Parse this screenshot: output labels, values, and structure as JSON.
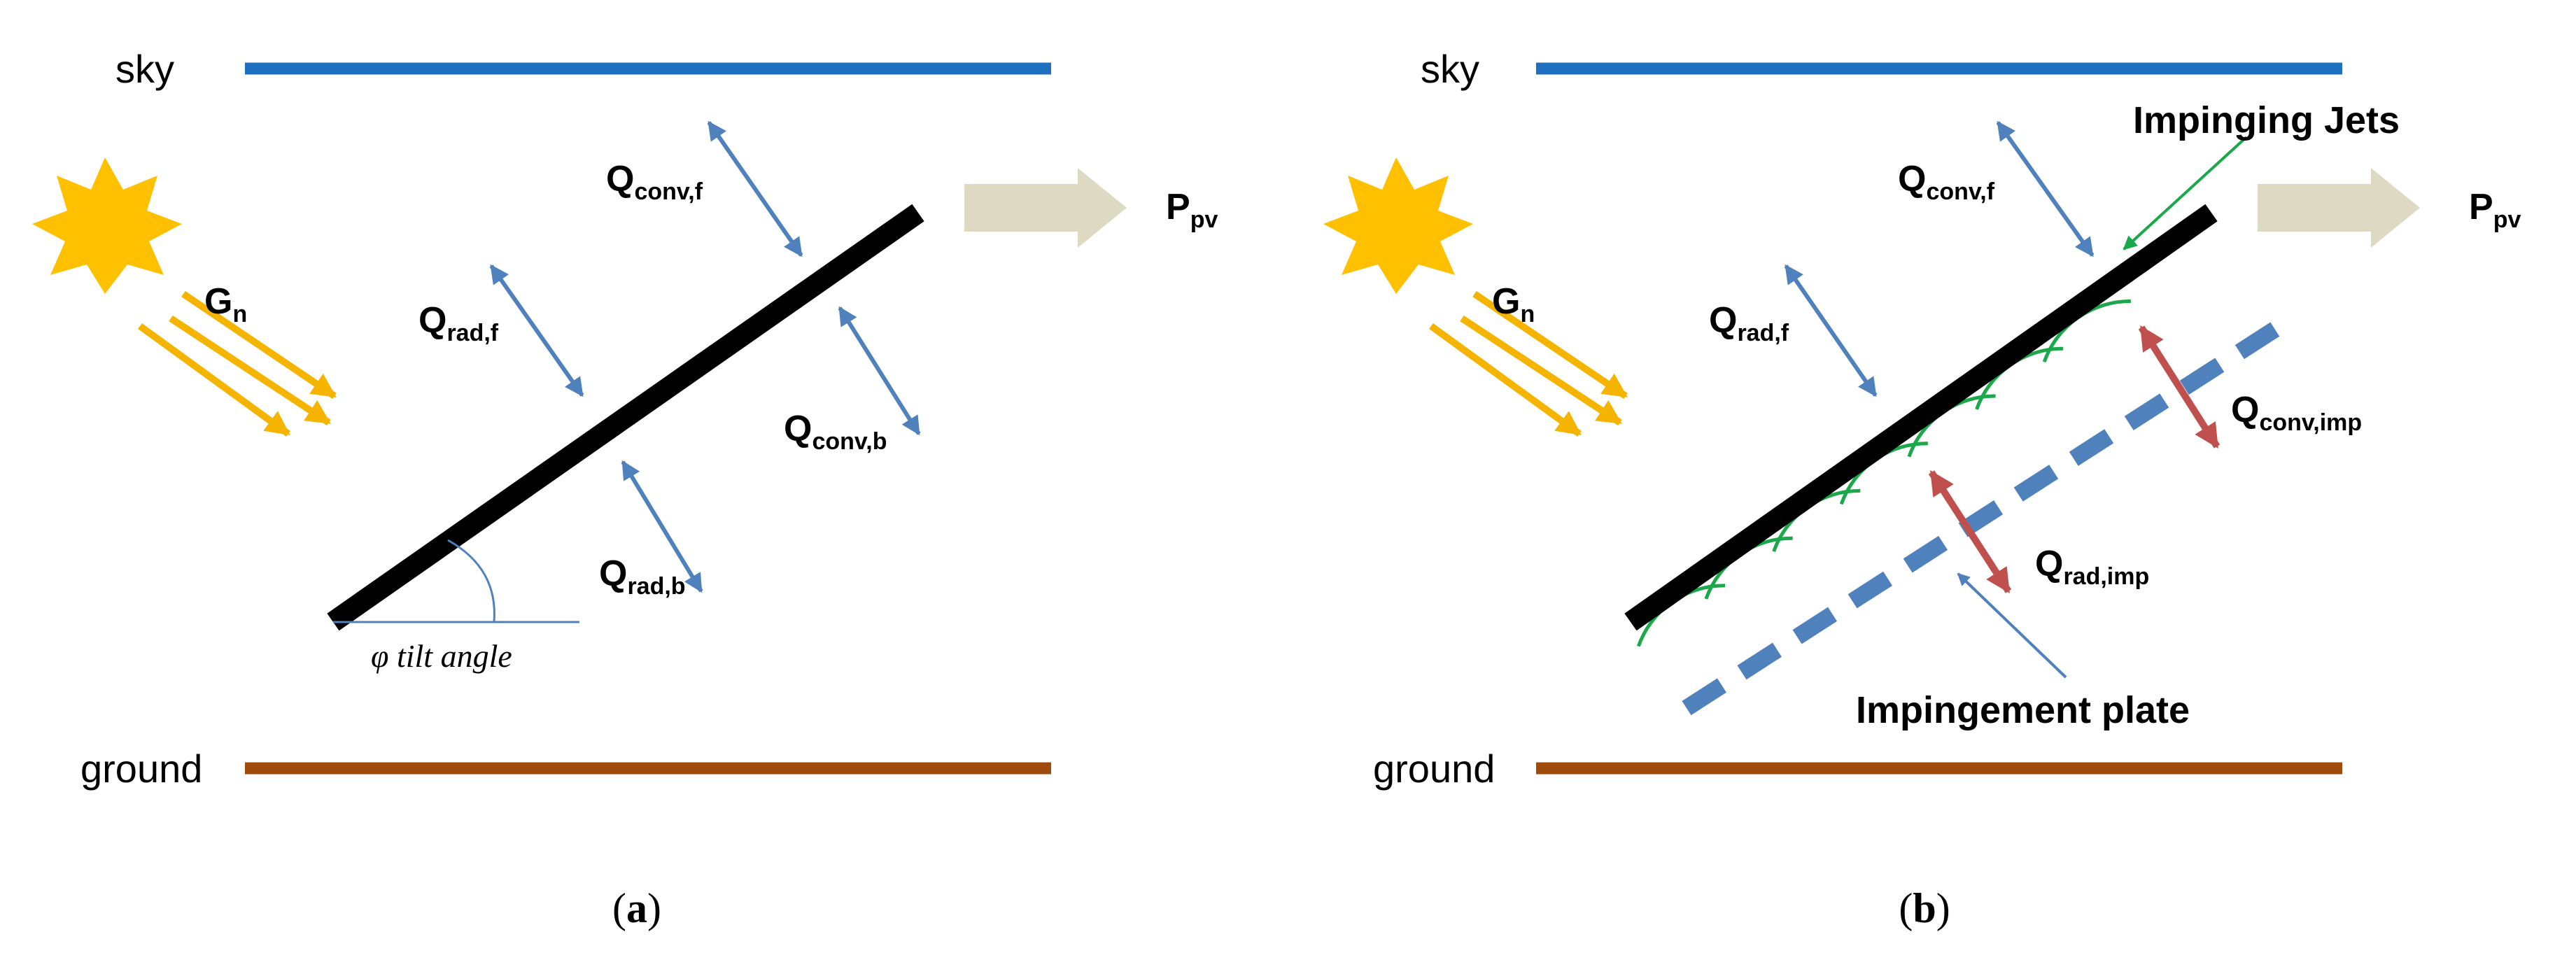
{
  "colors": {
    "sky_line": "#1f6fc0",
    "ground_line": "#a04a0c",
    "sun": "#ffc000",
    "solar_rays": "#f5b400",
    "heat_arrow_blue": "#4f81bd",
    "heat_arrow_red": "#c0504d",
    "power_arrow": "#ddd9c3",
    "jets_green": "#1aa84a",
    "pv_panel": "#000000",
    "impingement_plate": "#4f81bd"
  },
  "panel_a": {
    "sky": "sky",
    "ground": "ground",
    "irradiance": {
      "main": "G",
      "sub": "n"
    },
    "q_conv_f": {
      "main": "Q",
      "sub": "conv,f"
    },
    "q_rad_f": {
      "main": "Q",
      "sub": "rad,f"
    },
    "q_conv_b": {
      "main": "Q",
      "sub": "conv,b"
    },
    "q_rad_b": {
      "main": "Q",
      "sub": "rad,b"
    },
    "power": {
      "main": "P",
      "sub": "pv"
    },
    "tilt_angle": "φ tilt angle",
    "caption": {
      "open": "(",
      "letter": "a",
      "close": ")"
    }
  },
  "panel_b": {
    "sky": "sky",
    "ground": "ground",
    "irradiance": {
      "main": "G",
      "sub": "n"
    },
    "q_conv_f": {
      "main": "Q",
      "sub": "conv,f"
    },
    "q_rad_f": {
      "main": "Q",
      "sub": "rad,f"
    },
    "q_conv_imp": {
      "main": "Q",
      "sub": "conv,imp"
    },
    "q_rad_imp": {
      "main": "Q",
      "sub": "rad,imp"
    },
    "power": {
      "main": "P",
      "sub": "pv"
    },
    "impinging_jets": "Impinging Jets",
    "impingement_plate": "Impingement plate",
    "caption": {
      "open": "(",
      "letter": "b",
      "close": ")"
    }
  }
}
